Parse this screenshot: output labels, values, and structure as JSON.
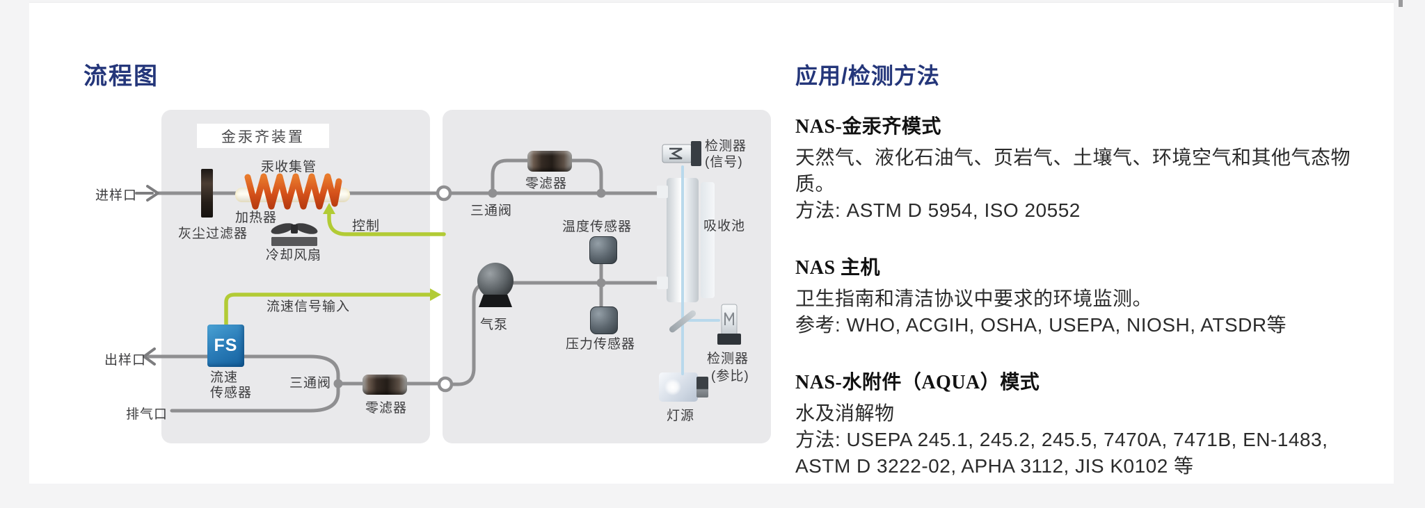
{
  "page": {
    "title": "流程图"
  },
  "colors": {
    "navy": "#24367a",
    "panel": "#e9e9eb",
    "pipe": "#8f8f91",
    "signal-green": "#b2cb35",
    "light-path": "#b9d9ec",
    "fs-blue": "#2a7cb8",
    "coil-orange": "#d5521b",
    "page-bg": "#f4f4f5"
  },
  "diagram": {
    "amalgamator_box": "金汞齐装置",
    "labels": {
      "sample_inlet": "进样口",
      "dust_filter": "灰尘过滤器",
      "collection_tube": "汞收集管",
      "heater": "加热器",
      "cooling_fan": "冷却风扇",
      "control": "控制",
      "three_way_valve_top": "三通阀",
      "zero_filter_top": "零滤器",
      "temperature_sensor": "温度传感器",
      "absorption_cell": "吸收池",
      "detector_signal_1": "检测器",
      "detector_signal_2": "(信号)",
      "air_pump": "气泵",
      "pressure_sensor": "压力传感器",
      "detector_reference_1": "检测器",
      "detector_reference_2": "(参比)",
      "lamp": "灯源",
      "flow_signal_input": "流速信号输入",
      "flow_sensor_abbrev": "FS",
      "flow_sensor_1": "流速",
      "flow_sensor_2": "传感器",
      "sample_outlet": "出样口",
      "three_way_valve_bottom": "三通阀",
      "zero_filter_bottom": "零滤器",
      "exhaust_port": "排气口"
    }
  },
  "applications": {
    "heading": "应用/检测方法",
    "sections": [
      {
        "title": "NAS-金汞齐模式",
        "lines": [
          "天然气、液化石油气、页岩气、土壤气、环境空气和其他气态物",
          "质。",
          "方法: ASTM D 5954, ISO 20552"
        ]
      },
      {
        "title": "NAS 主机",
        "lines": [
          "卫生指南和清洁协议中要求的环境监测。",
          "参考: WHO, ACGIH, OSHA, USEPA, NIOSH, ATSDR等"
        ]
      },
      {
        "title": "NAS-水附件（AQUA）模式",
        "lines": [
          "水及消解物",
          "方法: USEPA 245.1, 245.2, 245.5, 7470A, 7471B, EN-1483,",
          "ASTM D 3222-02, APHA 3112, JIS K0102 等"
        ]
      }
    ]
  }
}
